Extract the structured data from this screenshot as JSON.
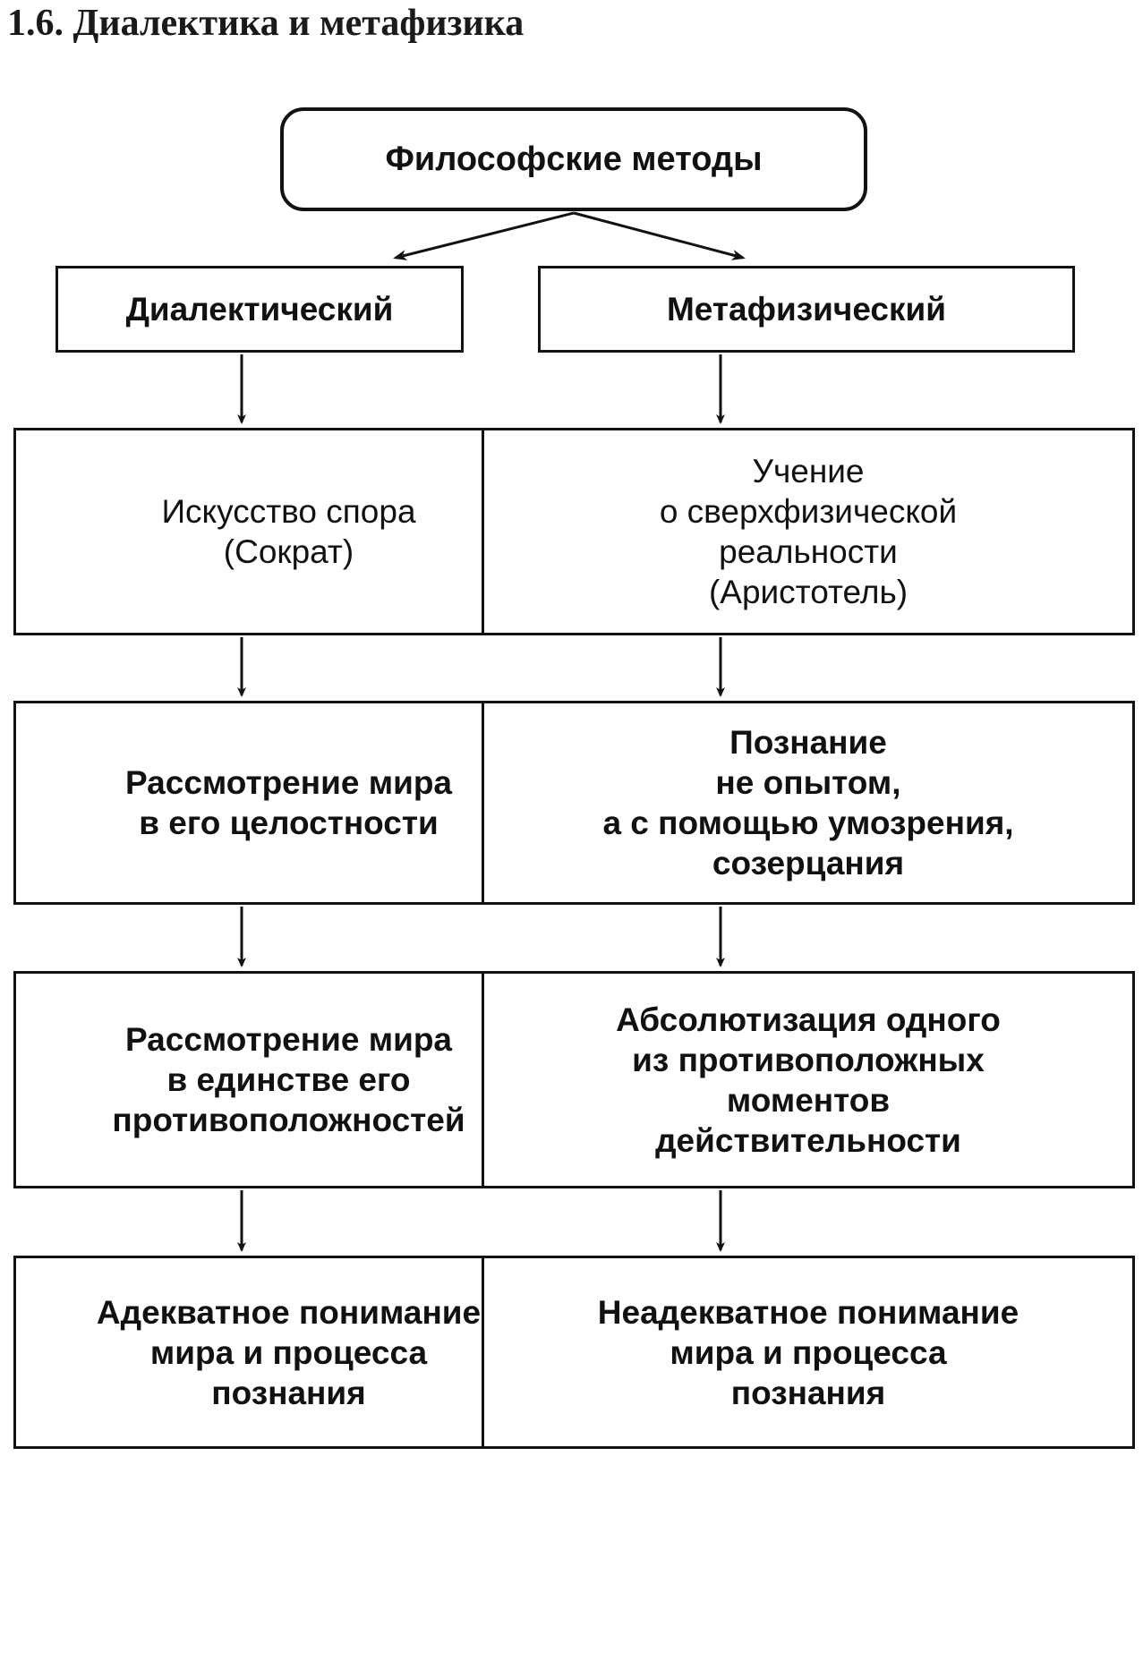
{
  "title": "1.6. Диалектика и метафизика",
  "diagram": {
    "type": "flowchart",
    "root": {
      "label": "Философские методы",
      "shape": "rounded-rectangle"
    },
    "branches": [
      {
        "id": "dialectic",
        "label": "Диалектический"
      },
      {
        "id": "metaphysic",
        "label": "Метафизический"
      }
    ],
    "columns": [
      {
        "branch": "dialectic",
        "steps": [
          "Искусство спора\n(Сократ)",
          "Рассмотрение мира\nв его целостности",
          "Рассмотрение мира\nв единстве его\nпротивоположностей",
          "Адекватное понимание\nмира и процесса\nпознания"
        ]
      },
      {
        "branch": "metaphysic",
        "steps": [
          "Учение\nо сверхфизической\nреальности\n(Аристотель)",
          "Познание\nне опытом,\nа с помощью умозрения,\nсозерцания",
          "Абсолютизация одного\nиз противоположных\nмоментов\nдействительности",
          "Неадекватное понимание\nмира и процесса\nпознания"
        ]
      }
    ],
    "colors": {
      "stroke": "#121212",
      "text": "#111111",
      "background": "#ffffff"
    }
  }
}
